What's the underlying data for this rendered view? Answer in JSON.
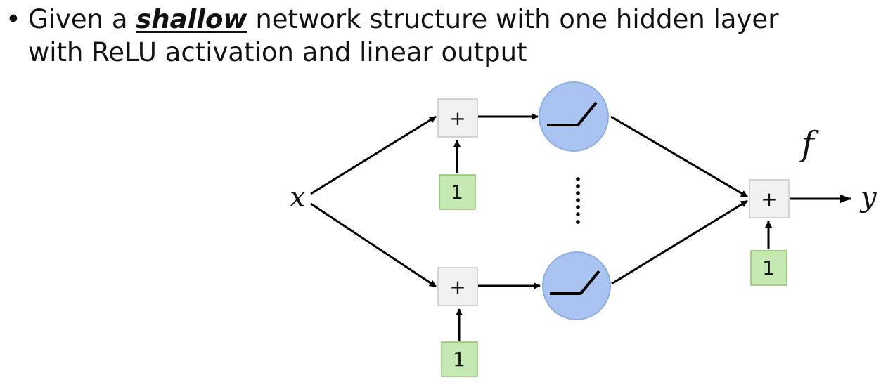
{
  "slide": {
    "bullet": "•",
    "line1_before": "Given a ",
    "line1_emphasis": "shallow",
    "line1_after": " network structure  with one hidden layer",
    "line2": "with ReLU activation and linear output"
  },
  "diagram": {
    "input_label": "x",
    "output_label": "y",
    "function_label": "f",
    "sum_symbol": "+",
    "bias_value": "1",
    "colors": {
      "neuron_fill": "#a9c4f0",
      "neuron_stroke": "#8eaee2",
      "bias_fill": "#c6e9b3",
      "bias_stroke": "#8cc06c",
      "sum_fill": "#f0f0f0",
      "sum_stroke": "#c8c8c8",
      "line": "#000000"
    }
  }
}
